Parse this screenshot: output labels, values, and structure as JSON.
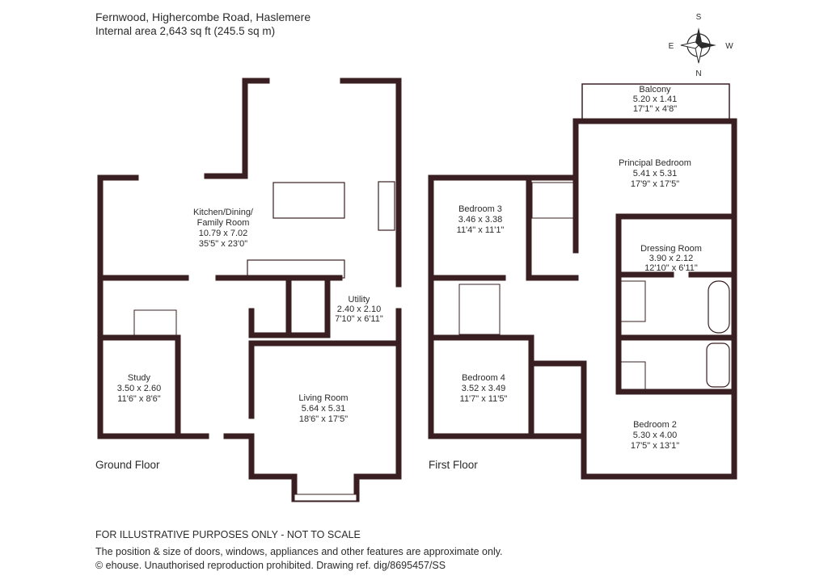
{
  "header": {
    "title": "Fernwood, Highercombe Road, Haslemere",
    "area": "Internal area 2,643 sq ft (245.5 sq m)"
  },
  "compass": {
    "n": "N",
    "s": "S",
    "e": "E",
    "w": "W"
  },
  "ground_floor": {
    "label": "Ground Floor",
    "rooms": {
      "kitchen": [
        "Kitchen/Dining/",
        "Family Room",
        "10.79 x 7.02",
        "35'5\" x 23'0\""
      ],
      "utility": [
        "Utility",
        "2.40 x 2.10",
        "7'10\" x 6'11\""
      ],
      "study": [
        "Study",
        "3.50 x 2.60",
        "11'6\" x 8'6\""
      ],
      "living": [
        "Living Room",
        "5.64 x 5.31",
        "18'6\" x 17'5\""
      ]
    }
  },
  "first_floor": {
    "label": "First Floor",
    "rooms": {
      "balcony": [
        "Balcony",
        "5.20 x 1.41",
        "17'1\" x 4'8\""
      ],
      "principal": [
        "Principal Bedroom",
        "5.41 x 5.31",
        "17'9\" x 17'5\""
      ],
      "bed3": [
        "Bedroom 3",
        "3.46 x 3.38",
        "11'4\" x 11'1\""
      ],
      "dressing": [
        "Dressing Room",
        "3.90 x 2.12",
        "12'10\" x 6'11\""
      ],
      "bed4": [
        "Bedroom 4",
        "3.52 x 3.49",
        "11'7\" x 11'5\""
      ],
      "bed2": [
        "Bedroom 2",
        "5.30 x 4.00",
        "17'5\" x 13'1\""
      ]
    }
  },
  "footer": {
    "disclaimer": "FOR ILLUSTRATIVE PURPOSES ONLY - NOT TO SCALE",
    "note": "The position & size of doors, windows, appliances and other features are approximate only.",
    "copyright": "© ehouse. Unauthorised reproduction prohibited. Drawing ref. dig/8695457/SS"
  },
  "colors": {
    "wall": "#3a1f22",
    "text": "#2b2b2b"
  }
}
